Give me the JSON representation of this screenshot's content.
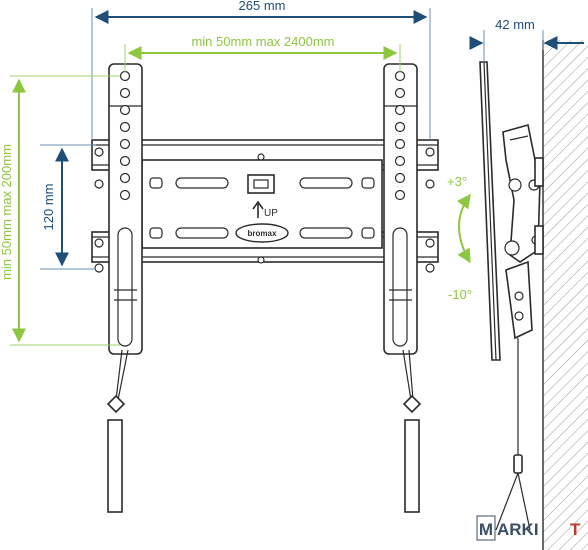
{
  "dimensions": {
    "width_total": "265 mm",
    "horizontal_pitch": "min 50mm max 2400mm",
    "depth": "42 mm",
    "vertical_slot": "120 mm",
    "vertical_pitch": "min 50mm max 200mm"
  },
  "tilt": {
    "up": "+3°",
    "down": "-10°"
  },
  "bracket_marks": {
    "up_label": "UP",
    "brand_logo": "bromax"
  },
  "watermark": {
    "badge": "M",
    "text": "ARKI",
    "tail": "T"
  },
  "colors": {
    "dimension_blue": "#1f4e79",
    "dimension_green": "#8dc63f",
    "line_dark": "#2b2b2b",
    "wall_hatch": "#9a9a9a"
  }
}
